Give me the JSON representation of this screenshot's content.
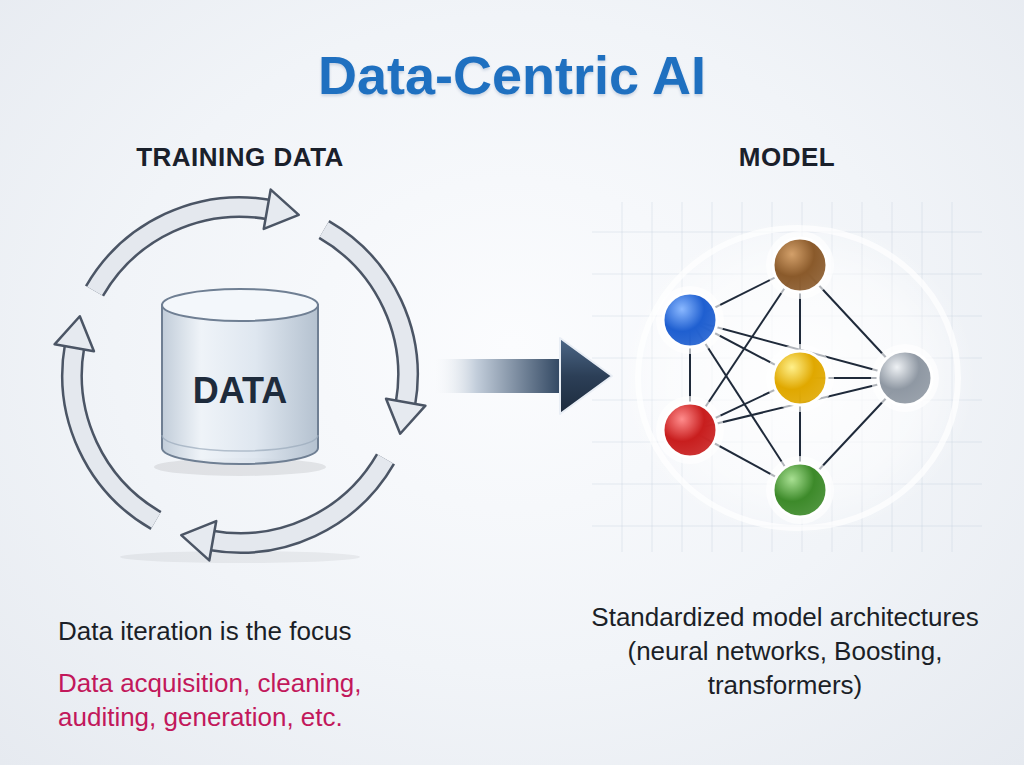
{
  "diagram": {
    "title": "Data-Centric AI",
    "nodes": [
      {
        "text": [
          "TRAINING DATA"
        ]
      },
      {
        "text": [
          "DATA"
        ],
        "in": 0
      },
      {
        "text": [
          "MODEL"
        ]
      }
    ],
    "edges": [
      {
        "from": 0,
        "to": 2,
        "arrow": "to"
      }
    ],
    "labels": [
      "Data iteration is the focus",
      "Data acquisition, cleaning, auditing, generation, etc.",
      "Standardized model architectures (neural networks, Boosting, transformers)"
    ]
  }
}
